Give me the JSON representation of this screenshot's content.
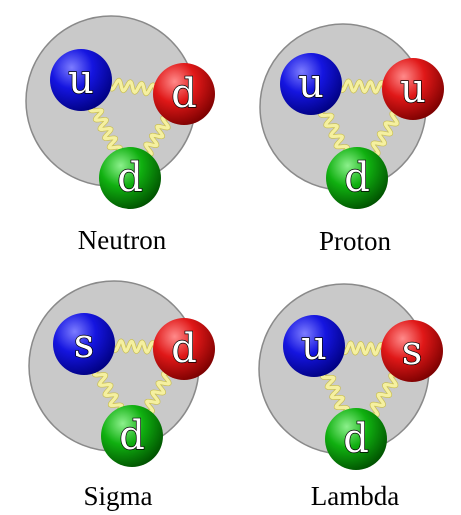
{
  "colors": {
    "background": "#ffffff",
    "circle": "#c9c9c9",
    "circle_outline": "#8a8a8a",
    "gluon": "#f5f0a0",
    "gluon_outline": "#c9bf55",
    "up": "#1010d8",
    "down": "#e01818",
    "strange": "#1010d8",
    "bottom_quark": "#0c9a0c"
  },
  "particles": [
    {
      "name": "Neutron",
      "quarks": [
        {
          "flavor": "u",
          "color_name": "blue"
        },
        {
          "flavor": "d",
          "color_name": "red"
        },
        {
          "flavor": "d",
          "color_name": "green"
        }
      ]
    },
    {
      "name": "Proton",
      "quarks": [
        {
          "flavor": "u",
          "color_name": "blue"
        },
        {
          "flavor": "u",
          "color_name": "red"
        },
        {
          "flavor": "d",
          "color_name": "green"
        }
      ]
    },
    {
      "name": "Sigma",
      "quarks": [
        {
          "flavor": "s",
          "color_name": "blue"
        },
        {
          "flavor": "d",
          "color_name": "red"
        },
        {
          "flavor": "d",
          "color_name": "green"
        }
      ]
    },
    {
      "name": "Lambda",
      "quarks": [
        {
          "flavor": "u",
          "color_name": "blue"
        },
        {
          "flavor": "s",
          "color_name": "red"
        },
        {
          "flavor": "d",
          "color_name": "green"
        }
      ]
    }
  ]
}
